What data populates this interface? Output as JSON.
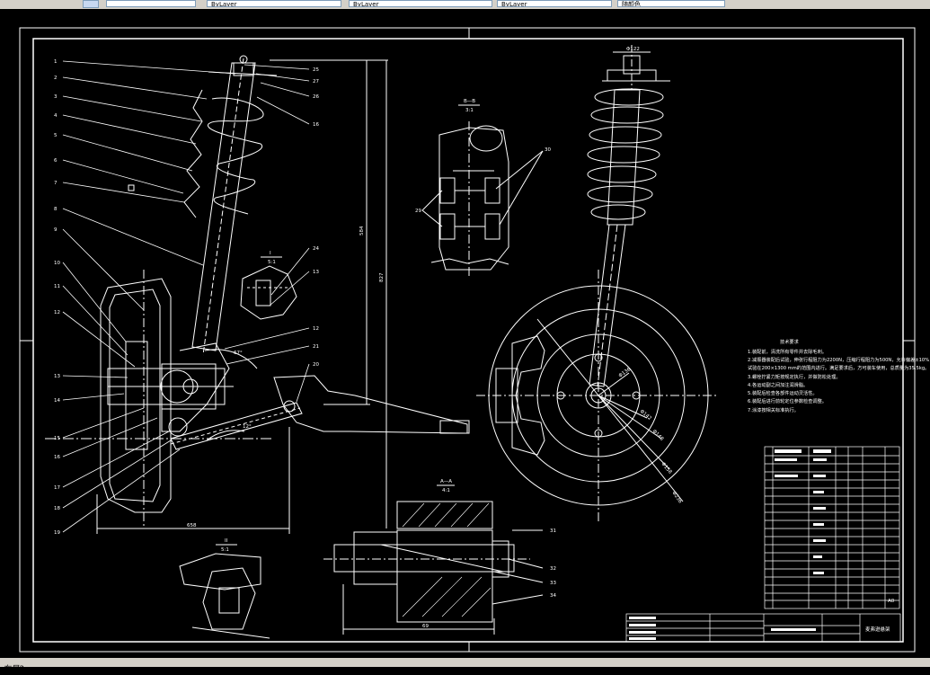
{
  "toolbar": {
    "fields": [
      "",
      "",
      "ByLayer",
      "ByLayer",
      "ByLayer",
      "随颜色"
    ]
  },
  "layout_tab": "布局2",
  "drawing": {
    "callouts_left": [
      "1",
      "2",
      "3",
      "4",
      "5",
      "6",
      "7",
      "8",
      "9",
      "10",
      "11",
      "12",
      "13",
      "14",
      "15",
      "16",
      "17",
      "18",
      "19"
    ],
    "callouts_right": [
      "25",
      "27",
      "26",
      "16",
      "24",
      "13",
      "12",
      "21",
      "20"
    ],
    "section_bb": {
      "title": "B—B",
      "scale": "3:1"
    },
    "section_bb_labels": [
      "29",
      "30"
    ],
    "detail_1": {
      "title": "I",
      "scale": "5:1"
    },
    "detail_ii": {
      "title": "II",
      "scale": "5:1"
    },
    "section_aa": {
      "title": "A—A",
      "scale": "4:1"
    },
    "section_aa_labels": [
      "31",
      "32",
      "33",
      "34"
    ],
    "dims": {
      "height_inner": "584",
      "height_outer": "827",
      "width_bottom": "658",
      "width_aa": "69",
      "top_right": "Φ122",
      "angle_1": "67°",
      "angle_2": "12°",
      "wheel_dims": [
        "Φ136",
        "Φ142",
        "Φ148",
        "Φ158",
        "Φ236"
      ]
    },
    "notes_title": "技术要求",
    "notes": [
      "1.装配前，清洗所有零件并去除毛刺。",
      "2.减振器装配后试验，伸张行程阻力为2200N，压缩行程阻力为500N，允许偏差±10%，",
      "  试验在200×1300 mm的范围内进行。满足要求后，方可装车使用，总质量为35.5kg。",
      "3.螺栓拧紧力矩按规定执行，并做防松处理。",
      "4.各运动副之间加注润滑脂。",
      "5.装配后检查各部件运动灵活性。",
      "6.装配后进行前轮定位参数检查调整。",
      "7.涂漆按相关标准执行。"
    ],
    "title_block": {
      "title": "麦弗逊悬架",
      "sheet": "A0"
    }
  }
}
